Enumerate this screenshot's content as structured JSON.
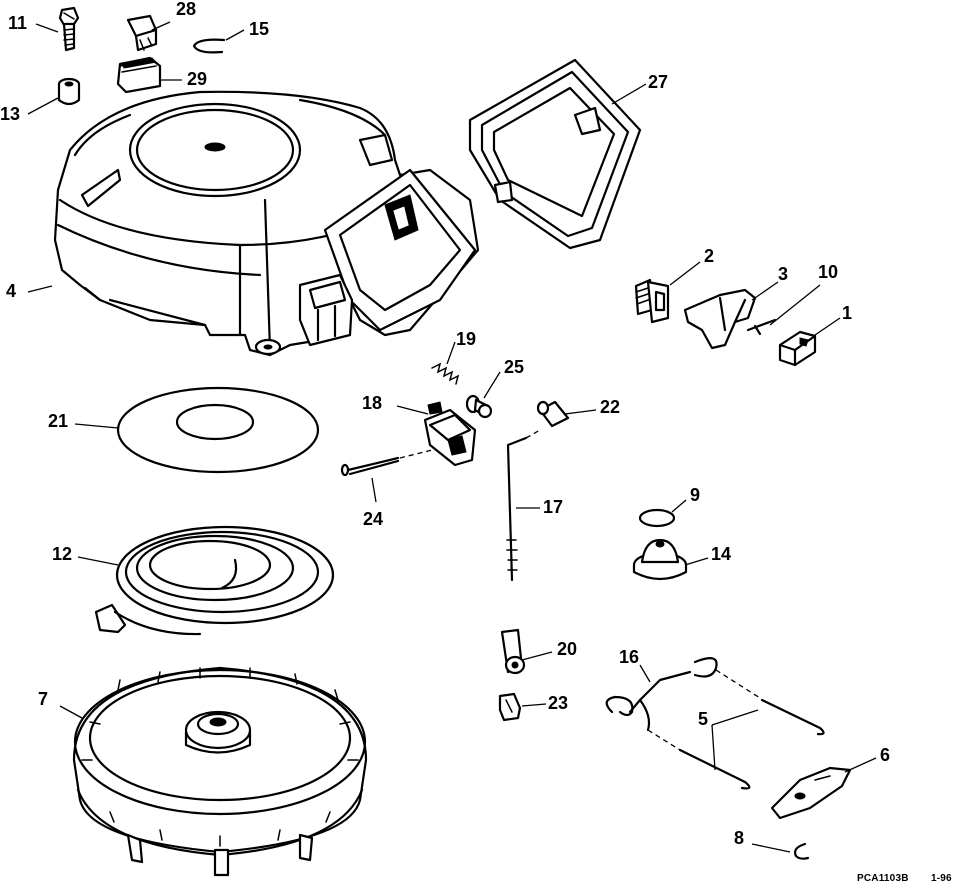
{
  "diagram": {
    "part_numbers": {
      "p1": "1",
      "p2": "2",
      "p3": "3",
      "p4": "4",
      "p5": "5",
      "p6": "6",
      "p7": "7",
      "p8": "8",
      "p9": "9",
      "p10": "10",
      "p11": "11",
      "p12": "12",
      "p13": "13",
      "p14": "14",
      "p15": "15",
      "p16": "16",
      "p17": "17",
      "p18": "18",
      "p19": "19",
      "p20": "20",
      "p21": "21",
      "p22": "22",
      "p23": "23",
      "p24": "24",
      "p25": "25",
      "p27": "27",
      "p28": "28",
      "p29": "29"
    },
    "footer": {
      "code": "PCA1103B",
      "date": "1-96"
    }
  }
}
